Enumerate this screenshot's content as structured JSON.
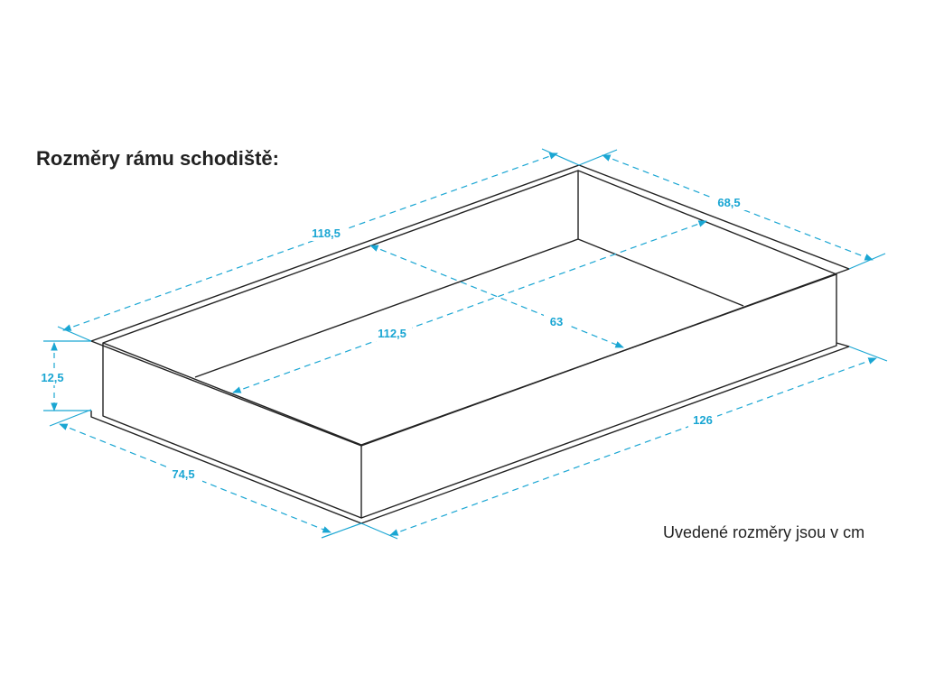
{
  "title": "Rozměry rámu schodiště:",
  "note": "Uvedené rozměry jsou v cm",
  "colors": {
    "frame": "#222222",
    "dimension": "#1aa6d3",
    "text": "#222222"
  },
  "dimensions": {
    "top_length": "118,5",
    "top_width": "68,5",
    "inner_length": "112,5",
    "inner_width": "63",
    "height": "12,5",
    "bottom_width": "74,5",
    "bottom_length": "126"
  }
}
